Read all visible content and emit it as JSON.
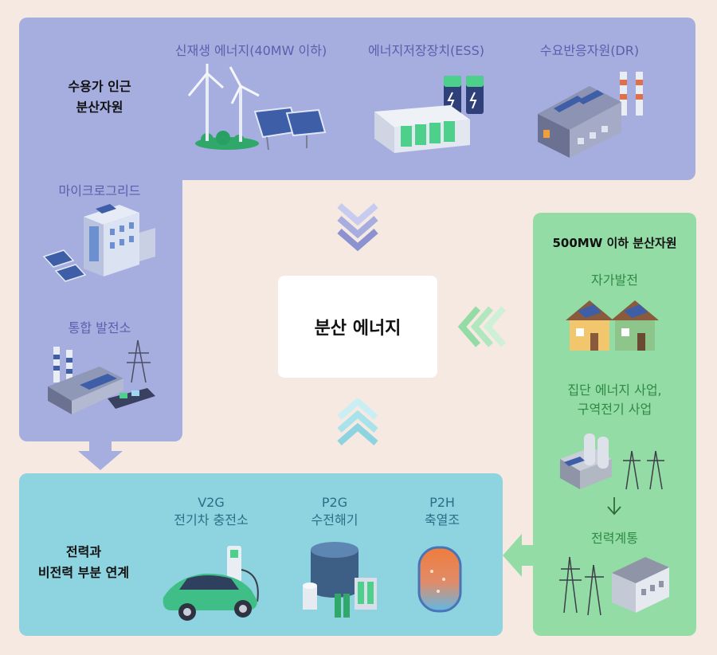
{
  "top_panel": {
    "title_line1": "수용가 인근",
    "title_line2": "분산자원",
    "items": [
      {
        "label": "신재생 에너지(40MW 이하)"
      },
      {
        "label": "에너지저장장치(ESS)"
      },
      {
        "label": "수요반응자원(DR)"
      }
    ],
    "left_items": [
      {
        "label": "마이크로그리드"
      },
      {
        "label": "통합 발전소"
      }
    ]
  },
  "center": {
    "label": "분산 에너지"
  },
  "right_panel": {
    "title": "500MW 이하 분산자원",
    "items": [
      {
        "label": "자가발전"
      },
      {
        "label_line1": "집단 에너지 사업,",
        "label_line2": "구역전기 사업"
      },
      {
        "label": "전력계통"
      }
    ]
  },
  "bottom_panel": {
    "title_line1": "전력과",
    "title_line2": "비전력 부분 연계",
    "items": [
      {
        "line1": "V2G",
        "line2": "전기차 충전소"
      },
      {
        "line1": "P2G",
        "line2": "수전해기"
      },
      {
        "line1": "P2H",
        "line2": "축열조"
      }
    ]
  },
  "colors": {
    "purple_panel": "#a6addf",
    "blue_panel": "#8ed3e0",
    "green_panel": "#93dca5",
    "background": "#f6e9e2"
  }
}
